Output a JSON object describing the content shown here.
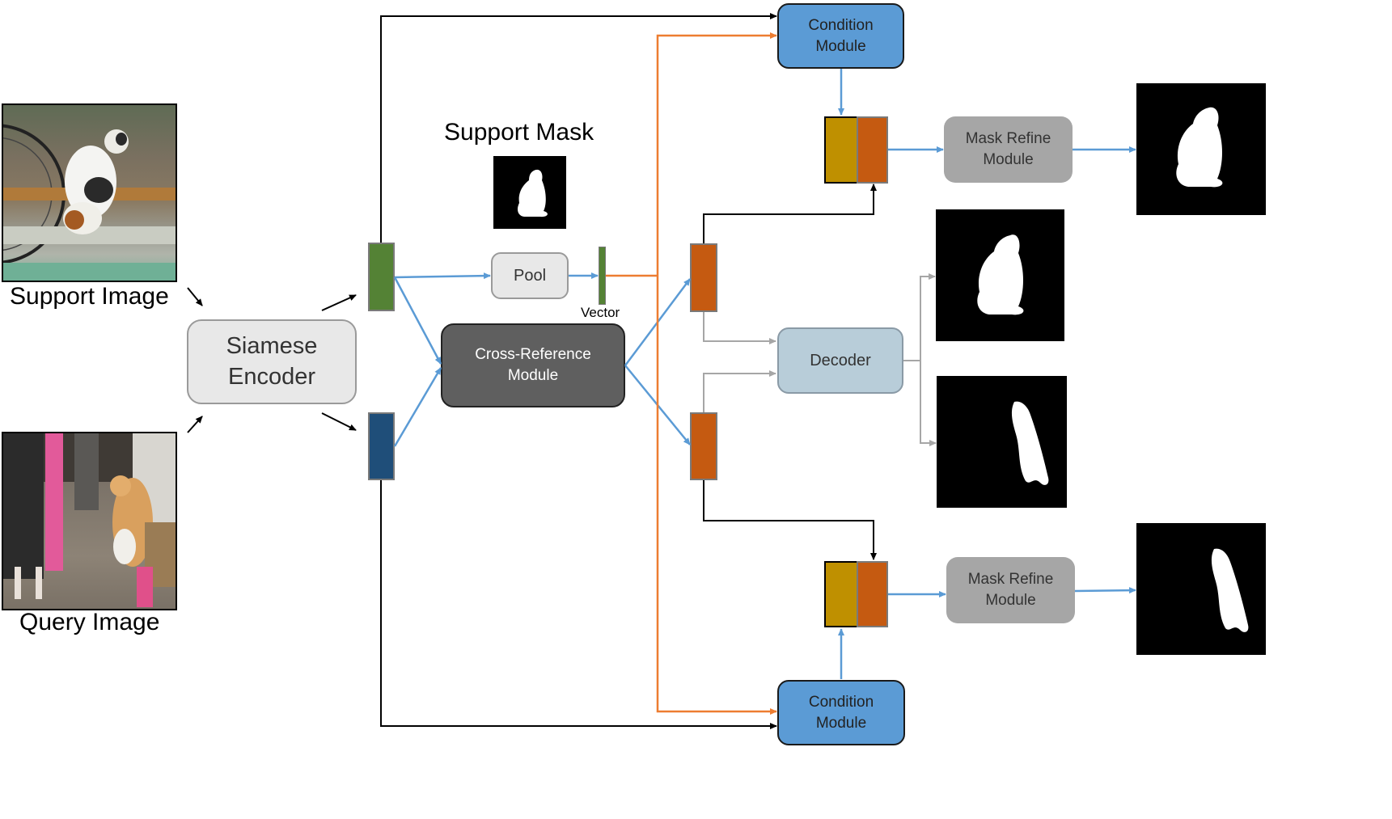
{
  "labels": {
    "support_image": "Support Image",
    "query_image": "Query Image",
    "support_mask": "Support Mask",
    "vector": "Vector"
  },
  "modules": {
    "siamese_encoder": "Siamese\nEncoder",
    "pool": "Pool",
    "cross_reference": "Cross-Reference\nModule",
    "decoder": "Decoder",
    "condition_top": "Condition\nModule",
    "condition_bottom": "Condition\nModule",
    "mask_refine_top": "Mask Refine\nModule",
    "mask_refine_bottom": "Mask Refine\nModule"
  },
  "colors": {
    "condition_module": "#5b9bd5",
    "decoder": "#b8cdd9",
    "mask_refine": "#a6a6a6",
    "cross_reference": "#5f5f5f",
    "encoder": "#e8e8e8",
    "support_feature": "#548235",
    "query_feature": "#1f4e79",
    "cross_feature": "#c55a11",
    "condition_feature": "#bf9000",
    "arrow_blue": "#5b9bd5",
    "arrow_orange": "#ed7d31",
    "arrow_black": "#000000",
    "arrow_gray": "#a6a6a6"
  }
}
